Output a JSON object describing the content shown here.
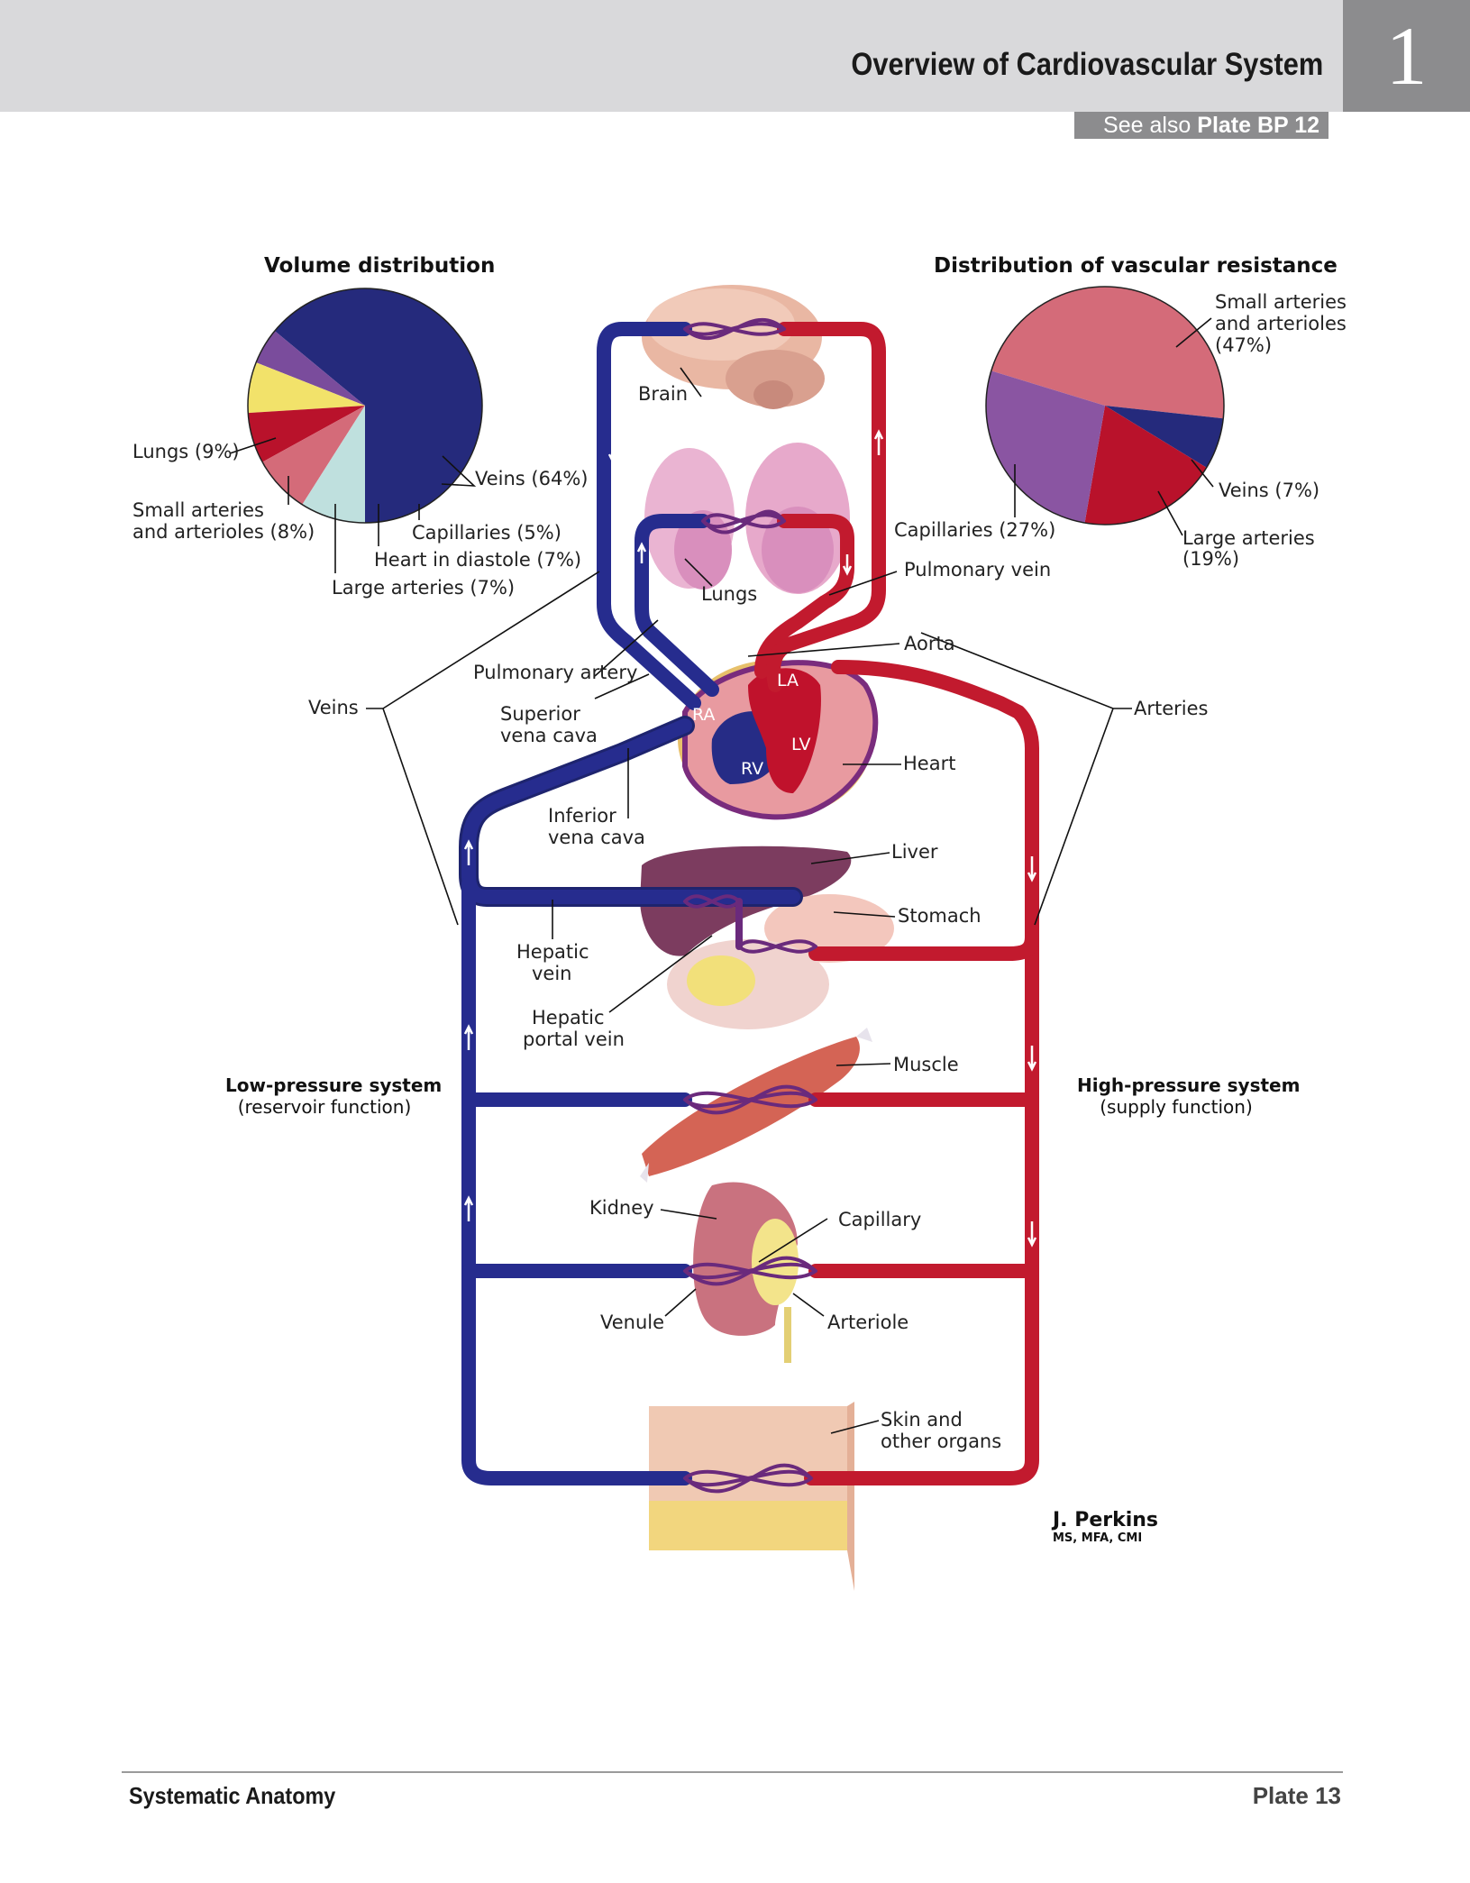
{
  "header": {
    "title": "Overview of Cardiovascular System",
    "plate_section": "1",
    "see_also_prefix": "See also ",
    "see_also_plate": "Plate BP 12"
  },
  "volume_chart": {
    "title": "Volume distribution",
    "labels": {
      "lungs": "Lungs (9%)",
      "small_arteries": [
        "Small arteries",
        "and arterioles (8%)"
      ],
      "veins": "Veins (64%)",
      "capillaries": "Capillaries (5%)",
      "heart": "Heart in diastole (7%)",
      "large_arteries": "Large arteries (7%)"
    }
  },
  "resistance_chart": {
    "title": "Distribution of vascular resistance",
    "labels": {
      "small_arteries": [
        "Small arteries",
        "and arterioles",
        "(47%)"
      ],
      "veins": "Veins (7%)",
      "large_arteries": [
        "Large arteries",
        "(19%)"
      ],
      "capillaries": "Capillaries (27%)"
    }
  },
  "chart_data": [
    {
      "type": "pie",
      "title": "Volume distribution",
      "slices": [
        {
          "label": "Veins",
          "value": 64,
          "color": "#252a7c"
        },
        {
          "label": "Capillaries",
          "value": 5,
          "color": "#7a4c9c"
        },
        {
          "label": "Heart in diastole",
          "value": 7,
          "color": "#f2e26a"
        },
        {
          "label": "Large arteries",
          "value": 7,
          "color": "#b9122b"
        },
        {
          "label": "Small arteries and arterioles",
          "value": 8,
          "color": "#d46b79"
        },
        {
          "label": "Lungs",
          "value": 9,
          "color": "#bfe0de"
        }
      ]
    },
    {
      "type": "pie",
      "title": "Distribution of vascular resistance",
      "slices": [
        {
          "label": "Small arteries and arterioles",
          "value": 47,
          "color": "#d46b79"
        },
        {
          "label": "Veins",
          "value": 7,
          "color": "#252a7c"
        },
        {
          "label": "Large arteries",
          "value": 19,
          "color": "#b9122b"
        },
        {
          "label": "Capillaries",
          "value": 27,
          "color": "#8a55a2"
        }
      ]
    }
  ],
  "diagram": {
    "brain": "Brain",
    "lungs": "Lungs",
    "pulmonary_vein": "Pulmonary vein",
    "pulmonary_artery": "Pulmonary artery",
    "aorta": "Aorta",
    "veins": "Veins",
    "arteries": "Arteries",
    "superior_vena_cava": [
      "Superior",
      "vena cava"
    ],
    "inferior_vena_cava": [
      "Inferior",
      "vena cava"
    ],
    "heart": "Heart",
    "liver": "Liver",
    "stomach": "Stomach",
    "hepatic_vein": [
      "Hepatic",
      "vein"
    ],
    "hepatic_portal_vein": [
      "Hepatic",
      "portal vein"
    ],
    "muscle": "Muscle",
    "kidney": "Kidney",
    "capillary": "Capillary",
    "venule": "Venule",
    "arteriole": "Arteriole",
    "skin": [
      "Skin and",
      "other organs"
    ],
    "chambers": {
      "ra": "RA",
      "rv": "RV",
      "la": "LA",
      "lv": "LV"
    }
  },
  "systems": {
    "low": {
      "title": "Low-pressure system",
      "subtitle": "(reservoir function)"
    },
    "high": {
      "title": "High-pressure system",
      "subtitle": "(supply function)"
    }
  },
  "signature": {
    "name": "J. Perkins",
    "credentials": "MS, MFA, CMI"
  },
  "footer": {
    "left": "Systematic Anatomy",
    "right": "Plate 13"
  },
  "colors": {
    "vein": "#232a86",
    "artery": "#c0122c",
    "header_band": "#d9d9db",
    "plate_box": "#8c8c8e"
  }
}
